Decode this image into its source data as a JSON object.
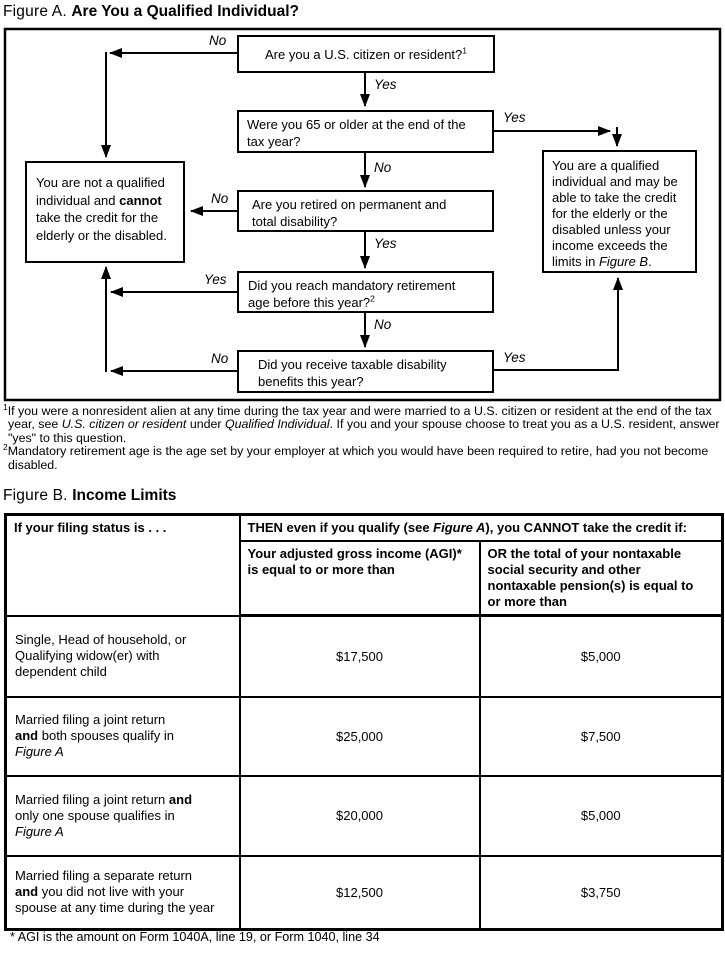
{
  "figure_a": {
    "title_prefix": "Figure A.",
    "title": "Are You a Qualified Individual?",
    "labels": {
      "yes": "Yes",
      "no": "No"
    },
    "boxes": {
      "citizen": [
        {
          "t": "Are you a U.S. citizen or resident?"
        },
        {
          "t": "1",
          "sup": true
        }
      ],
      "age65": [
        {
          "t": "Were you 65 or older at the end of the",
          "br": true
        },
        {
          "t": "tax year?"
        }
      ],
      "retired": [
        {
          "t": "Are you retired on permanent and",
          "br": true
        },
        {
          "t": "total disability?"
        }
      ],
      "mandatory": [
        {
          "t": "Did you reach mandatory retirement",
          "br": true
        },
        {
          "t": "age before this year?"
        },
        {
          "t": "2",
          "sup": true
        }
      ],
      "taxable": [
        {
          "t": "Did you receive taxable disability",
          "br": true
        },
        {
          "t": "benefits this year?"
        }
      ],
      "not_qualified": [
        {
          "t": "You are not a qualified",
          "br": true
        },
        {
          "t": "individual and "
        },
        {
          "t": "cannot",
          "b": true,
          "br": true
        },
        {
          "t": "take the credit for the",
          "br": true
        },
        {
          "t": "elderly or the disabled."
        }
      ],
      "qualified": [
        {
          "t": "You are a qualified",
          "br": true
        },
        {
          "t": "individual and may be",
          "br": true
        },
        {
          "t": "able to take the credit",
          "br": true
        },
        {
          "t": "for the elderly or the",
          "br": true
        },
        {
          "t": "disabled unless your",
          "br": true
        },
        {
          "t": "income exceeds the",
          "br": true
        },
        {
          "t": "limits in "
        },
        {
          "t": "Figure B",
          "i": true
        },
        {
          "t": "."
        }
      ]
    },
    "footnote1": [
      {
        "t": "1",
        "sup": true
      },
      {
        "t": "If you were a nonresident alien at any time during the tax year and were married to a U.S. citizen or resident at the end of the tax year, see "
      },
      {
        "t": "U.S. citizen or resident",
        "i": true
      },
      {
        "t": " under "
      },
      {
        "t": "Qualified Individual",
        "i": true
      },
      {
        "t": ". If you and your spouse choose to treat you as a U.S. resident, answer \"yes\" to this question."
      }
    ],
    "footnote2": [
      {
        "t": "2",
        "sup": true
      },
      {
        "t": "Mandatory retirement age is the age set by your employer at which you would have been required to retire, had you not become disabled."
      }
    ]
  },
  "figure_b": {
    "title_prefix": "Figure B.",
    "title": "Income Limits",
    "table": {
      "col1_header": "If your filing status is . . .",
      "then_header": [
        {
          "t": "THEN even if you qualify (see "
        },
        {
          "t": "Figure A",
          "b": true,
          "i": true
        },
        {
          "t": "), you CANNOT take the credit if:"
        }
      ],
      "agi_header": [
        {
          "t": "Your adjusted gross income (AGI)*",
          "br": true
        },
        {
          "t": "is equal to or more than"
        }
      ],
      "ss_header": [
        {
          "t": "OR the total of your nontaxable",
          "br": true
        },
        {
          "t": "social security and other",
          "br": true
        },
        {
          "t": "nontaxable pension(s) is equal to",
          "br": true
        },
        {
          "t": "or more than"
        }
      ],
      "rows": [
        {
          "label": [
            {
              "t": "Single, Head of household, or",
              "br": true
            },
            {
              "t": "Qualifying widow(er) with",
              "br": true
            },
            {
              "t": "dependent child"
            }
          ],
          "agi": "$17,500",
          "ss": "$5,000"
        },
        {
          "label": [
            {
              "t": "Married filing a joint return",
              "br": true
            },
            {
              "t": "and",
              "b": true
            },
            {
              "t": " both spouses qualify in",
              "br": true
            },
            {
              "t": "Figure A",
              "i": true
            }
          ],
          "agi": "$25,000",
          "ss": "$7,500"
        },
        {
          "label": [
            {
              "t": "Married filing a joint return "
            },
            {
              "t": "and",
              "b": true,
              "br": true
            },
            {
              "t": "only one spouse qualifies in",
              "br": true
            },
            {
              "t": "Figure A",
              "i": true
            }
          ],
          "agi": "$20,000",
          "ss": "$5,000"
        },
        {
          "label": [
            {
              "t": "Married filing a separate return",
              "br": true
            },
            {
              "t": "and",
              "b": true
            },
            {
              "t": " you did not live with your",
              "br": true
            },
            {
              "t": "spouse at any time during the year"
            }
          ],
          "agi": "$12,500",
          "ss": "$3,750"
        }
      ]
    },
    "footnote": "* AGI is the amount on Form 1040A, line 19, or Form 1040, line 34"
  }
}
